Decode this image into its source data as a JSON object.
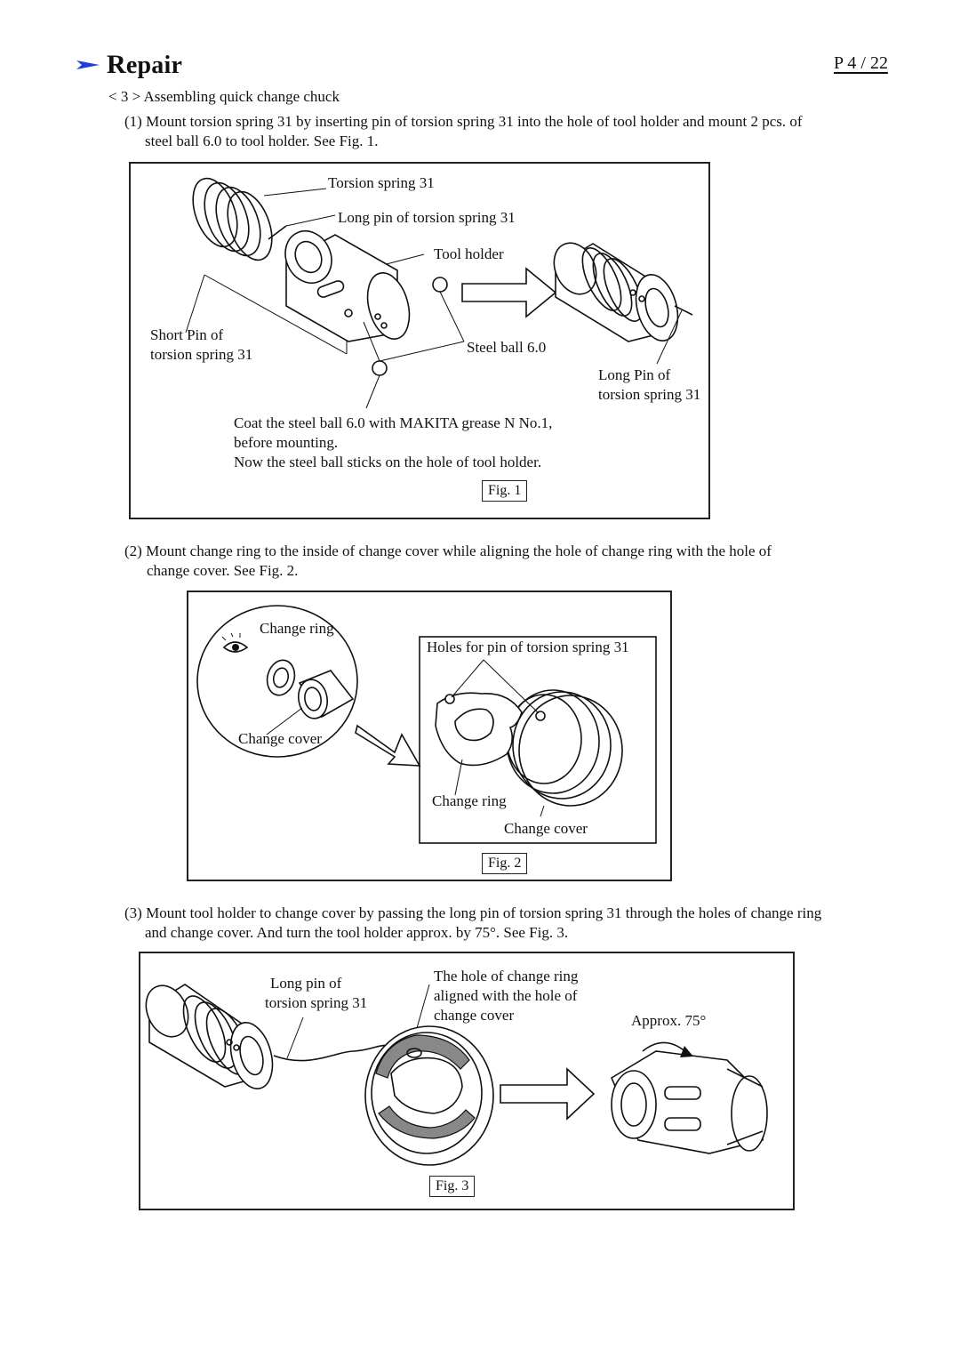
{
  "header": {
    "title_initial": "R",
    "title_rest": "epair",
    "page_number": "P 4 / 22"
  },
  "section_title": "< 3 > Assembling quick change chuck",
  "steps": [
    {
      "line1": "(1) Mount torsion spring 31 by inserting pin of torsion spring 31 into the hole of tool holder and mount 2 pcs. of",
      "line2": "steel ball 6.0 to tool holder.  See Fig. 1."
    },
    {
      "line1": "(2) Mount change ring to the inside of change cover while aligning the hole of change ring with the hole of",
      "line2": "change cover.  See Fig. 2."
    },
    {
      "line1": "(3) Mount tool holder to change cover by passing the long pin of torsion spring 31 through the holes of change ring",
      "line2": "and change cover. And turn the tool holder approx. by 75°.  See Fig. 3."
    }
  ],
  "fig1": {
    "torsion_spring": "Torsion spring 31",
    "long_pin": "Long pin of torsion spring 31",
    "tool_holder": "Tool holder",
    "short_pin_1": "Short Pin of",
    "short_pin_2": "torsion spring 31",
    "steel_ball": "Steel ball 6.0",
    "long_pin_right_1": "Long Pin of",
    "long_pin_right_2": "torsion spring 31",
    "note_1": "Coat the steel ball 6.0 with MAKITA grease N No.1,",
    "note_2": "before mounting.",
    "note_3": "Now the steel ball sticks on the hole of tool holder.",
    "caption": "Fig. 1"
  },
  "fig2": {
    "change_ring_top": "Change ring",
    "change_cover_left": "Change cover",
    "holes_for_pin": "Holes for pin of  torsion spring 31",
    "change_ring_bottom": "Change ring",
    "change_cover_bottom": "Change cover",
    "caption": "Fig. 2"
  },
  "fig3": {
    "long_pin_1": "Long pin of",
    "long_pin_2": "torsion spring 31",
    "hole_1": "The hole of change ring",
    "hole_2": "aligned with the hole of",
    "hole_3": "change cover",
    "approx": "Approx. 75°",
    "caption": "Fig. 3"
  },
  "colors": {
    "header_arrow": "#1f3fd6",
    "ink": "#111111"
  }
}
